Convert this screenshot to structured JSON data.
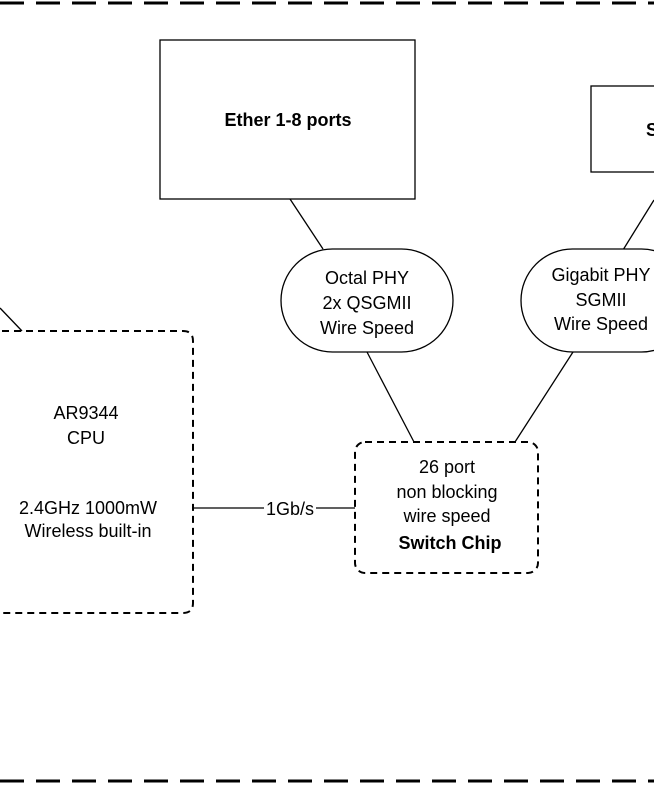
{
  "diagram": {
    "ether_ports_label": "Ether 1-8 ports",
    "partial_box_label": "S",
    "octal_phy": [
      "Octal PHY",
      "2x QSGMII",
      "Wire Speed"
    ],
    "gigabit_phy": [
      "Gigabit PHY",
      "SGMII",
      "Wire Speed"
    ],
    "cpu": [
      "AR9344",
      "CPU"
    ],
    "wireless": [
      "2.4GHz 1000mW",
      "Wireless built-in"
    ],
    "link_speed": "1Gb/s",
    "switch_chip": [
      "26 port",
      "non blocking",
      "wire speed"
    ],
    "switch_chip_bold": "Switch Chip"
  }
}
